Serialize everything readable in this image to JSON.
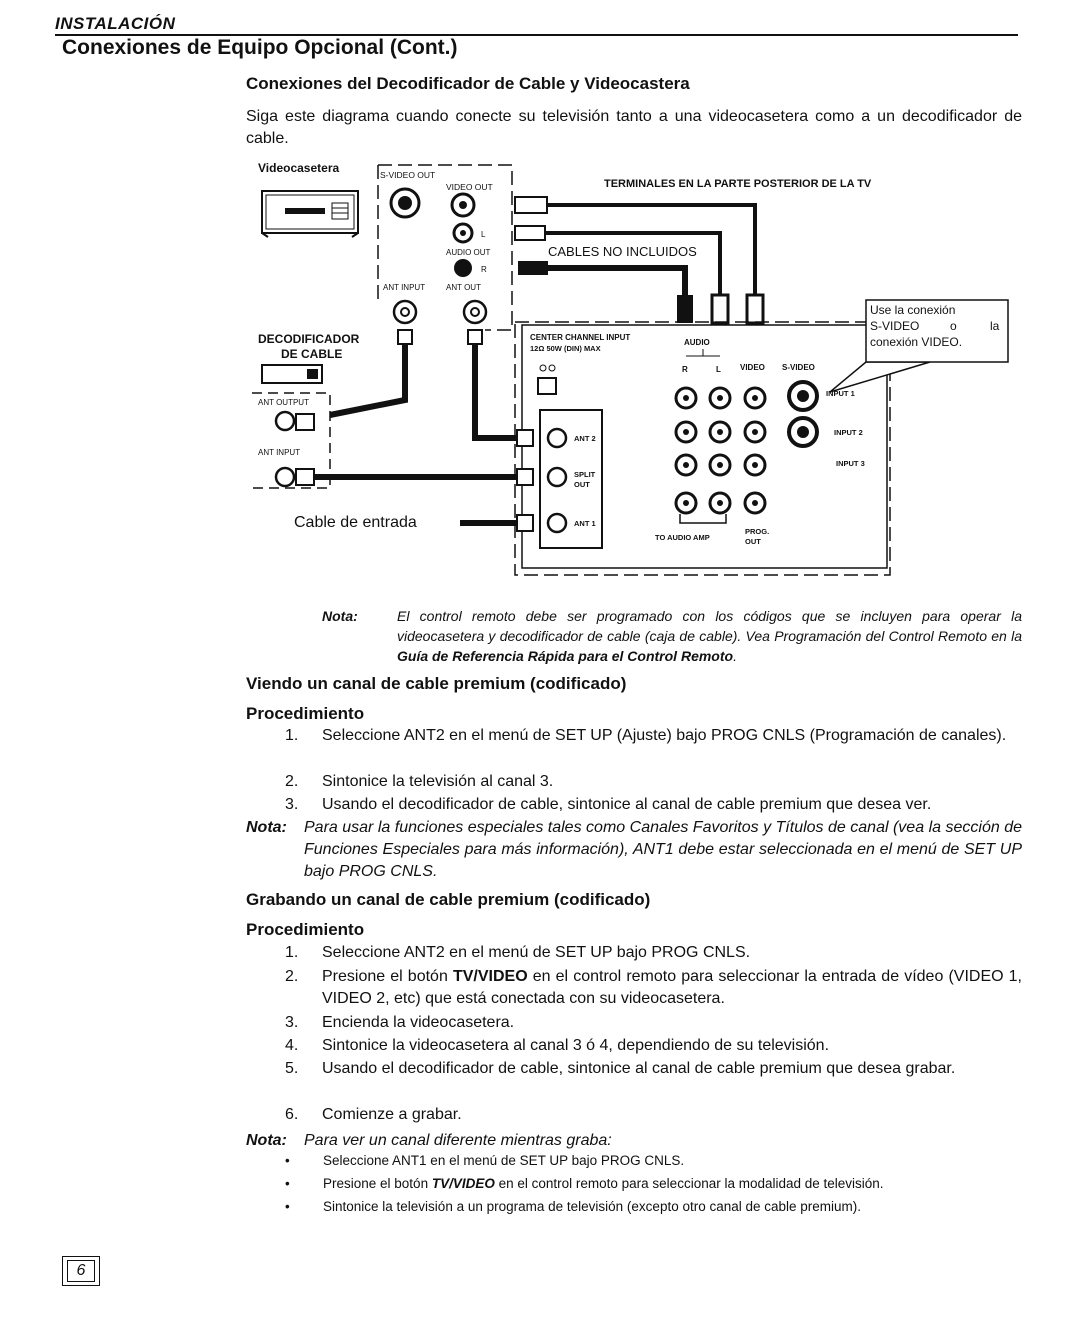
{
  "header": {
    "section": "INSTALACIÓN",
    "title": "Conexiones de Equipo Opcional (Cont.)"
  },
  "cable_section": {
    "heading": "Conexiones del Decodificador de Cable y Videocastera",
    "intro": "Siga este diagrama cuando conecte su televisión tanto a una videocasetera como a un decodificador de cable."
  },
  "diagram": {
    "vcr_label": "Videocasetera",
    "svideo_out": "S-VIDEO OUT",
    "video_out": "VIDEO OUT",
    "audio_out": "AUDIO OUT",
    "audio_l": "L",
    "audio_r": "R",
    "ant_input": "ANT INPUT",
    "ant_out": "ANT OUT",
    "tv_terminals": "TERMINALES EN LA PARTE POSTERIOR DE LA TV",
    "cables_not_included": "CABLES NO INCLUIDOS",
    "decoder_label_1": "DECODIFICADOR",
    "decoder_label_2": "DE CABLE",
    "decoder_ant_output": "ANT OUTPUT",
    "decoder_ant_input": "ANT INPUT",
    "cable_in": "Cable de entrada",
    "center_channel": "CENTER CHANNEL INPUT",
    "center_spec": "12Ω 50W (DIN) MAX",
    "audio": "AUDIO",
    "r": "R",
    "l": "L",
    "video": "VIDEO",
    "svideo": "S-VIDEO",
    "input1": "INPUT 1",
    "input2": "INPUT 2",
    "input3": "INPUT 3",
    "ant2": "ANT 2",
    "split": "SPLIT",
    "split_out": "OUT",
    "ant1": "ANT 1",
    "to_audio_amp": "TO AUDIO AMP",
    "prog": "PROG.",
    "prog_out": "OUT",
    "callout_1": "Use la conexión",
    "callout_2a": "S-VIDEO",
    "callout_2b": "o",
    "callout_2c": "la",
    "callout_3": "conexión VIDEO."
  },
  "note1": {
    "label": "Nota:",
    "text_before": "El control remoto debe ser programado con los códigos que se incluyen para operar la videocasetera y decodificador de cable (caja de cable). Vea Programación del Control Remoto en la ",
    "bold": "Guía de Referencia Rápida para el Control Remoto",
    "text_after": "."
  },
  "premium_view": {
    "heading": "Viendo un canal de cable premium (codificado)",
    "procedure": "Procedimiento",
    "steps": [
      {
        "n": "1.",
        "text": "Seleccione ANT2 en el menú de SET UP (Ajuste) bajo PROG CNLS (Programación de canales)."
      },
      {
        "n": "2.",
        "text": "Sintonice la televisión al canal 3."
      },
      {
        "n": "3.",
        "text": "Usando el decodificador de cable, sintonice al canal de cable premium que desea ver."
      }
    ],
    "note_label": "Nota:",
    "note_text": "Para usar la funciones especiales tales como Canales Favoritos y Títulos de canal (vea la sección de Funciones Especiales para más información), ANT1 debe estar seleccionada en el menú de SET UP bajo PROG CNLS."
  },
  "premium_record": {
    "heading": "Grabando un canal de cable premium (codificado)",
    "procedure": "Procedimiento",
    "steps": [
      {
        "n": "1.",
        "text": "Seleccione ANT2 en el menú de SET UP bajo PROG CNLS."
      },
      {
        "n": "2.",
        "before": "Presione el botón ",
        "bold": "TV/VIDEO",
        "after": " en el control remoto para seleccionar la entrada de vídeo (VIDEO 1, VIDEO 2, etc) que está conectada con su videocasetera."
      },
      {
        "n": "3.",
        "text": "Encienda la videocasetera."
      },
      {
        "n": "4.",
        "text": "Sintonice la videocasetera al canal 3 ó 4, dependiendo de su televisión."
      },
      {
        "n": "5.",
        "text": "Usando el decodificador de cable, sintonice al canal de cable premium que desea grabar."
      },
      {
        "n": "6.",
        "text": "Comienze a grabar."
      }
    ],
    "note_label": "Nota:",
    "note_text": "Para ver un canal diferente mientras graba:",
    "bullets": [
      {
        "text": "Seleccione ANT1 en el menú de SET UP bajo PROG CNLS."
      },
      {
        "before": "Presione el botón ",
        "bold": "TV/VIDEO",
        "after": " en el control remoto para seleccionar la modalidad de televisión."
      },
      {
        "text": "Sintonice la televisión a un programa de televisión (excepto otro canal de cable premium)."
      }
    ]
  },
  "page_number": "6"
}
